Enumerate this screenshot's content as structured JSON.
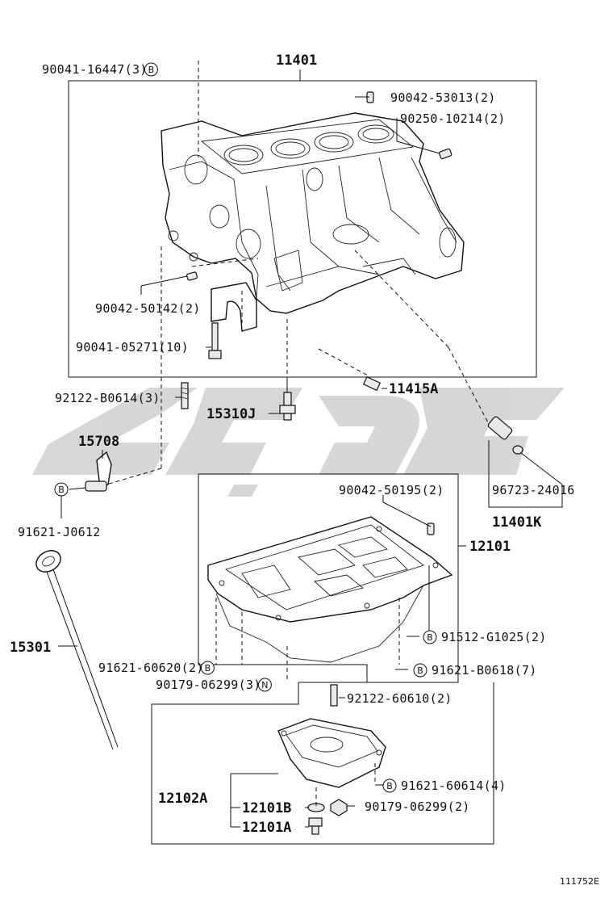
{
  "diagram_id": "111752E",
  "watermark": {
    "color": "#d0d0d0"
  },
  "frames": {
    "block": {
      "label": "11401"
    },
    "pan": {
      "label": "12101"
    },
    "sub_pan": {
      "label": "12102A"
    },
    "hose_kit": {
      "label": "11401K"
    }
  },
  "parts": [
    {
      "id": "p1",
      "number": "90041-16447",
      "qty": "(3)",
      "marker": "B"
    },
    {
      "id": "p2",
      "number": "90042-53013",
      "qty": "(2)",
      "marker": ""
    },
    {
      "id": "p3",
      "number": "90250-10214",
      "qty": "(2)",
      "marker": ""
    },
    {
      "id": "p4",
      "number": "90042-50142",
      "qty": "(2)",
      "marker": ""
    },
    {
      "id": "p5",
      "number": "90041-05271",
      "qty": "(10)",
      "marker": ""
    },
    {
      "id": "p6",
      "number": "92122-B0614",
      "qty": "(3)",
      "marker": ""
    },
    {
      "id": "p7",
      "number": "15310J",
      "qty": "",
      "marker": ""
    },
    {
      "id": "p8",
      "number": "11415A",
      "qty": "",
      "marker": ""
    },
    {
      "id": "p9",
      "number": "15708",
      "qty": "",
      "marker": ""
    },
    {
      "id": "p10",
      "number": "91621-J0612",
      "qty": "",
      "marker": "B"
    },
    {
      "id": "p11",
      "number": "96723-24016",
      "qty": "",
      "marker": ""
    },
    {
      "id": "p12",
      "number": "90042-50195",
      "qty": "(2)",
      "marker": ""
    },
    {
      "id": "p13",
      "number": "15301",
      "qty": "",
      "marker": ""
    },
    {
      "id": "p14",
      "number": "91512-G1025",
      "qty": "(2)",
      "marker": "B"
    },
    {
      "id": "p15",
      "number": "91621-60620",
      "qty": "(2)",
      "marker": "B"
    },
    {
      "id": "p16",
      "number": "91621-B0618",
      "qty": "(7)",
      "marker": "B"
    },
    {
      "id": "p17",
      "number": "90179-06299",
      "qty": "(3)",
      "marker": "N"
    },
    {
      "id": "p18",
      "number": "92122-60610",
      "qty": "(2)",
      "marker": ""
    },
    {
      "id": "p19",
      "number": "91621-60614",
      "qty": "(4)",
      "marker": "B"
    },
    {
      "id": "p20",
      "number": "12101B",
      "qty": "",
      "marker": ""
    },
    {
      "id": "p21",
      "number": "90179-06299",
      "qty": "(2)",
      "marker": ""
    },
    {
      "id": "p22",
      "number": "12101A",
      "qty": "",
      "marker": ""
    }
  ]
}
